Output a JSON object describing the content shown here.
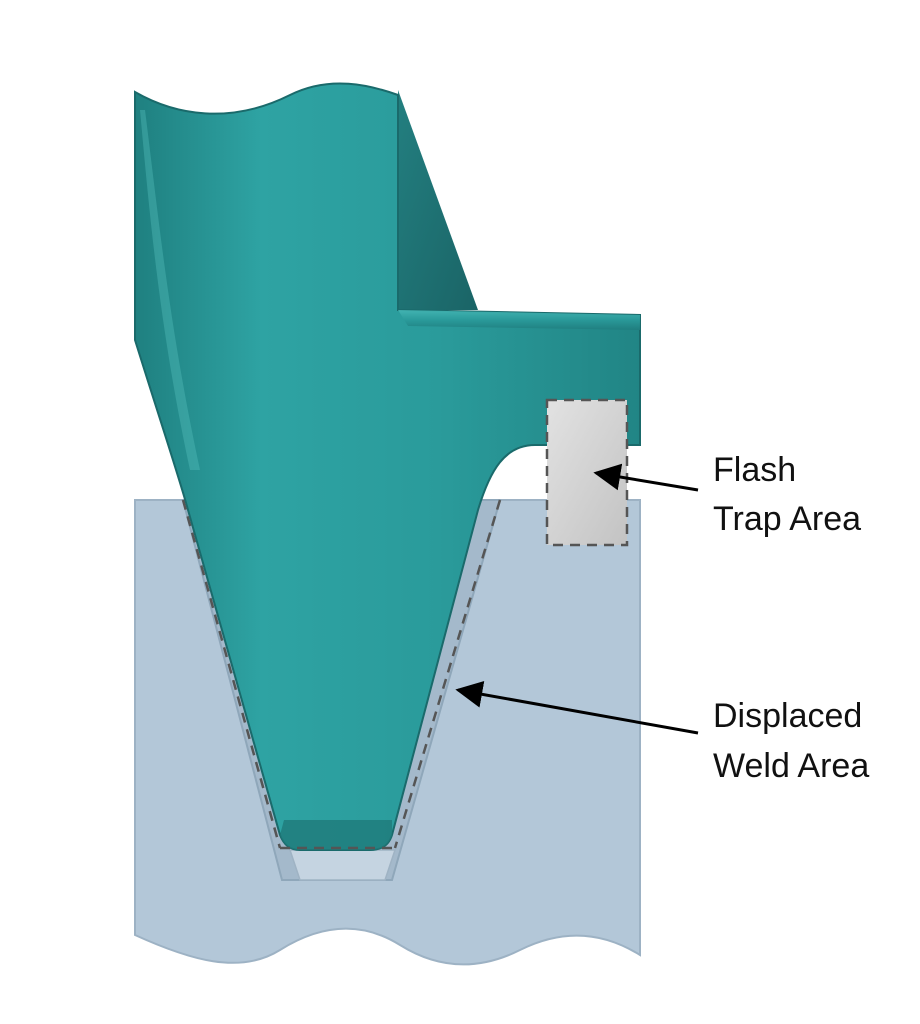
{
  "labels": {
    "flash_trap": [
      "Flash",
      "Trap Area"
    ],
    "displaced_weld": [
      "Displaced",
      "Weld Area"
    ]
  },
  "colors": {
    "weld_tool": "#2a9c9c",
    "weld_tool_highlight": "#55c4c2",
    "weld_tool_shadow": "#1c6f70",
    "base_part": "#b3c7d8",
    "base_part_edge": "#8fa7ba",
    "flash_trap": "#d2d2d2",
    "dashed_outline": "#555555",
    "arrow": "#000000"
  }
}
